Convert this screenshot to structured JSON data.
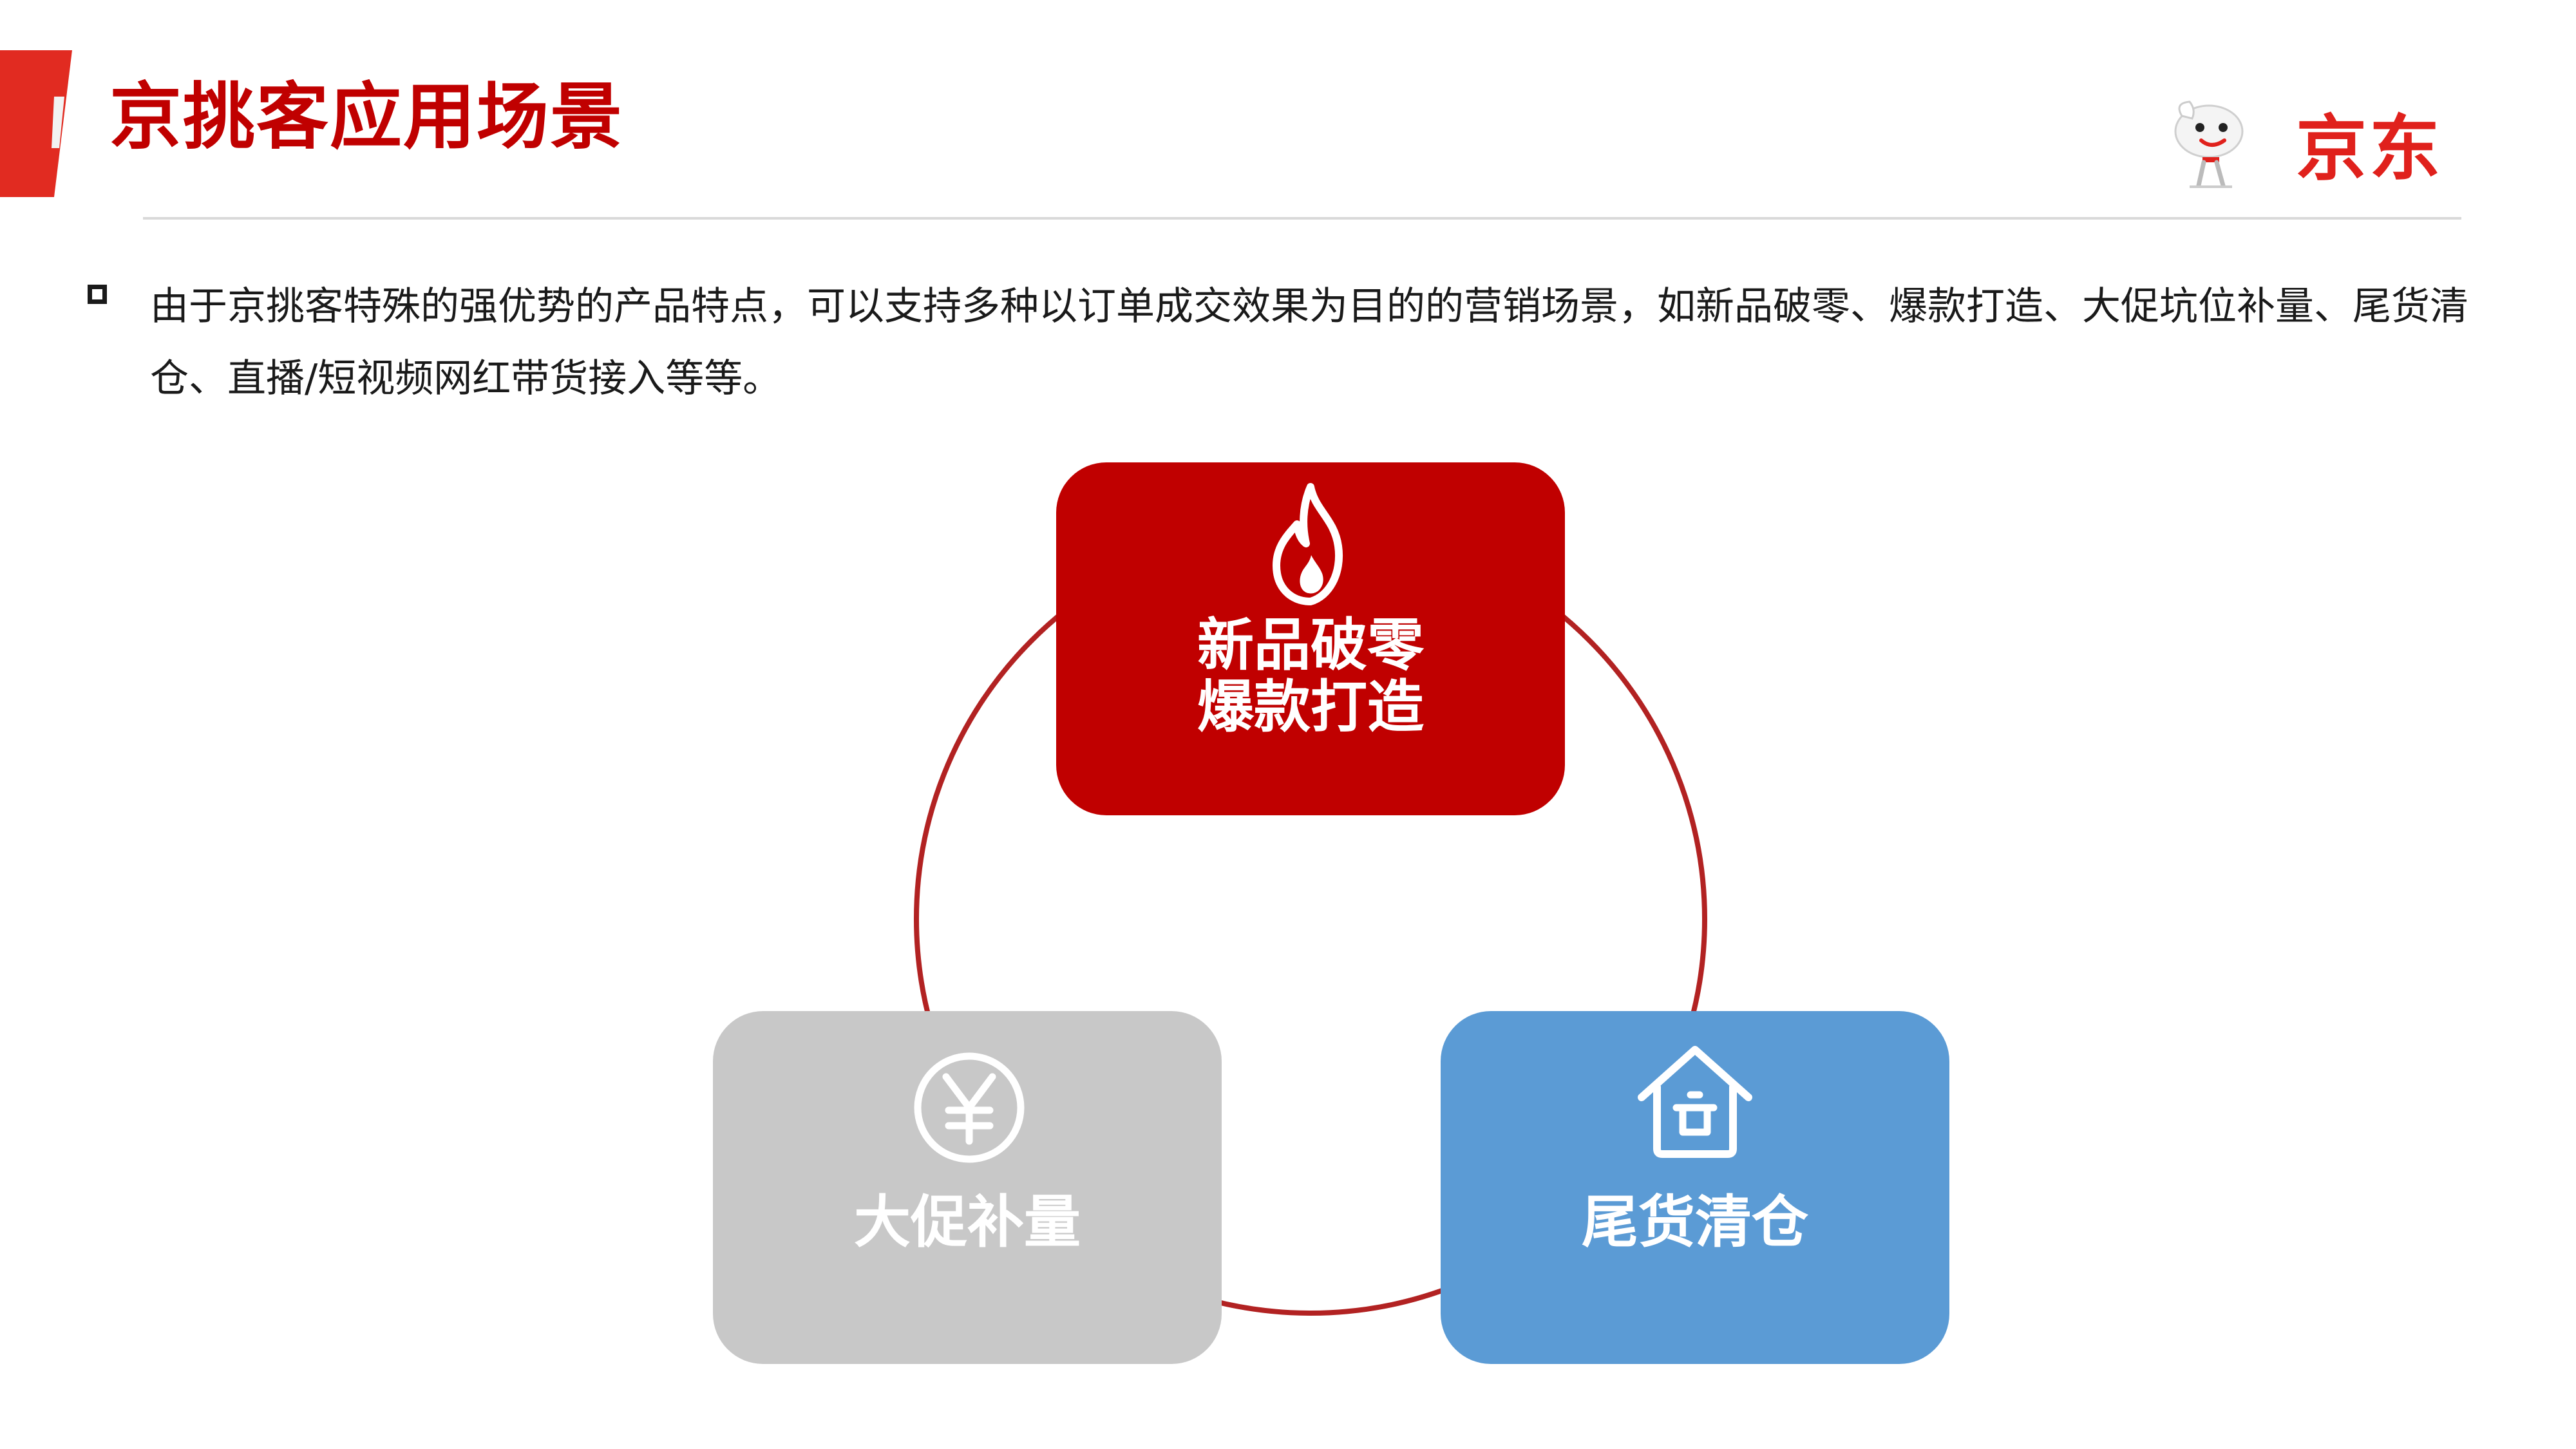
{
  "header": {
    "title": "京挑客应用场景",
    "logo_text": "京东"
  },
  "intro": {
    "text": "由于京挑客特殊的强优势的产品特点，可以支持多种以订单成交效果为目的的营销场景，如新品破零、爆款打造、大促坑位补量、尾货清仓、直播/短视频网红带货接入等等。"
  },
  "diagram": {
    "ring_color": "#b22222",
    "nodes": [
      {
        "id": "new-product",
        "icon": "flame-icon",
        "color": "#c00000",
        "label_line1": "新品破零",
        "label_line2": "爆款打造"
      },
      {
        "id": "promotion",
        "icon": "yen-icon",
        "color": "#c8c8c8",
        "label_line1": "大促补量"
      },
      {
        "id": "clearance",
        "icon": "house-icon",
        "color": "#5b9bd5",
        "label_line1": "尾货清仓"
      }
    ]
  },
  "colors": {
    "accent": "#c00000",
    "brand": "#e0211c",
    "text": "#1a1a1a",
    "divider": "#d9d9d9"
  }
}
